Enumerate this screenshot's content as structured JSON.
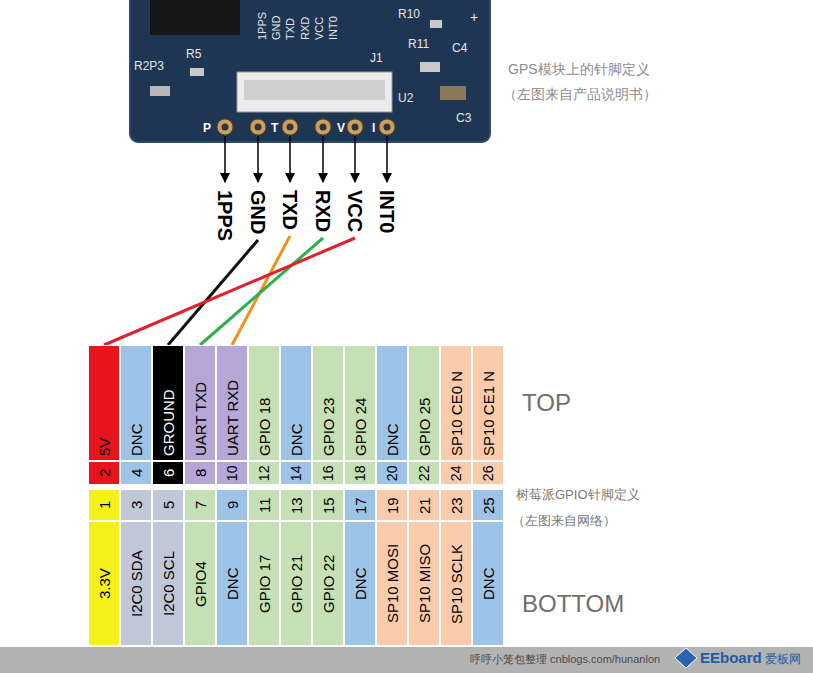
{
  "diagram": {
    "nodes": [
      {
        "text": [
          "1PPS"
        ]
      },
      {
        "text": [
          "GND"
        ]
      },
      {
        "text": [
          "TXD"
        ]
      },
      {
        "text": [
          "RXD"
        ]
      },
      {
        "text": [
          "VCC"
        ]
      },
      {
        "text": [
          "INT0"
        ]
      },
      {
        "text": [
          "2",
          "5V"
        ]
      },
      {
        "text": [
          "4",
          "DNC"
        ]
      },
      {
        "text": [
          "6",
          "GROUND"
        ]
      },
      {
        "text": [
          "8",
          "UART TXD"
        ]
      },
      {
        "text": [
          "10",
          "UART RXD"
        ]
      },
      {
        "text": [
          "12",
          "GPIO 18"
        ]
      },
      {
        "text": [
          "14",
          "DNC"
        ]
      },
      {
        "text": [
          "16",
          "GPIO 23"
        ]
      },
      {
        "text": [
          "18",
          "GPIO 24"
        ]
      },
      {
        "text": [
          "20",
          "DNC"
        ]
      },
      {
        "text": [
          "22",
          "GPIO 25"
        ]
      },
      {
        "text": [
          "24",
          "SP10 CE0 N"
        ]
      },
      {
        "text": [
          "26",
          "SP10 CE1 N"
        ]
      },
      {
        "text": [
          "1",
          "3.3V"
        ]
      },
      {
        "text": [
          "3",
          "I2C0 SDA"
        ]
      },
      {
        "text": [
          "5",
          "I2C0 SCL"
        ]
      },
      {
        "text": [
          "7",
          "GPIO4"
        ]
      },
      {
        "text": [
          "9",
          "DNC"
        ]
      },
      {
        "text": [
          "11",
          "GPIO 17"
        ]
      },
      {
        "text": [
          "13",
          "GPIO 21"
        ]
      },
      {
        "text": [
          "15",
          "GPIO 22"
        ]
      },
      {
        "text": [
          "17",
          "DNC"
        ]
      },
      {
        "text": [
          "19",
          "SP10 MOSI"
        ]
      },
      {
        "text": [
          "21",
          "SP10 MISO"
        ]
      },
      {
        "text": [
          "23",
          "SP10 SCLK"
        ]
      },
      {
        "text": [
          "25",
          "DNC"
        ]
      }
    ],
    "edges": [
      {
        "from": 1,
        "to": 8,
        "arrow": "none"
      },
      {
        "from": 2,
        "to": 10,
        "arrow": "none"
      },
      {
        "from": 3,
        "to": 9,
        "arrow": "none"
      },
      {
        "from": 4,
        "to": 6,
        "arrow": "none"
      }
    ],
    "labels": [
      "1PPS",
      "GND",
      "TXD",
      "RXD",
      "VCC",
      "INT0",
      "R5",
      "R2P3",
      "J1",
      "U2",
      "C3",
      "C4",
      "R10",
      "R11",
      "+",
      "P",
      "T",
      "V",
      "I",
      "GPS模块上的针脚定义",
      "（左图来自产品说明书）",
      "TOP",
      "树莓派GPIO针脚定义",
      "（左图来自网络）",
      "BOTTOM",
      "呼呼小笼包整理 cnblogs.com/hunanlon",
      "EEboard",
      "爱板网"
    ]
  }
}
